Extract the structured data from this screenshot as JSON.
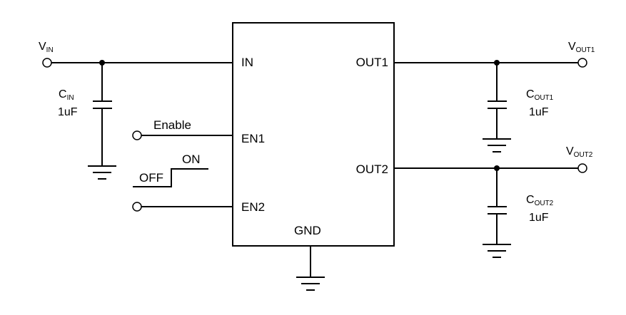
{
  "chip": {
    "pins": {
      "in": "IN",
      "en1": "EN1",
      "en2": "EN2",
      "gnd": "GND",
      "out1": "OUT1",
      "out2": "OUT2"
    }
  },
  "terminals": {
    "vin": {
      "main": "V",
      "sub": "IN"
    },
    "vout1": {
      "main": "V",
      "sub": "OUT1"
    },
    "vout2": {
      "main": "V",
      "sub": "OUT2"
    }
  },
  "capacitors": {
    "cin": {
      "main": "C",
      "sub": "IN",
      "value": "1uF"
    },
    "cout1": {
      "main": "C",
      "sub": "OUT1",
      "value": "1uF"
    },
    "cout2": {
      "main": "C",
      "sub": "OUT2",
      "value": "1uF"
    }
  },
  "enable_label": "Enable",
  "switch": {
    "off": "OFF",
    "on": "ON"
  }
}
